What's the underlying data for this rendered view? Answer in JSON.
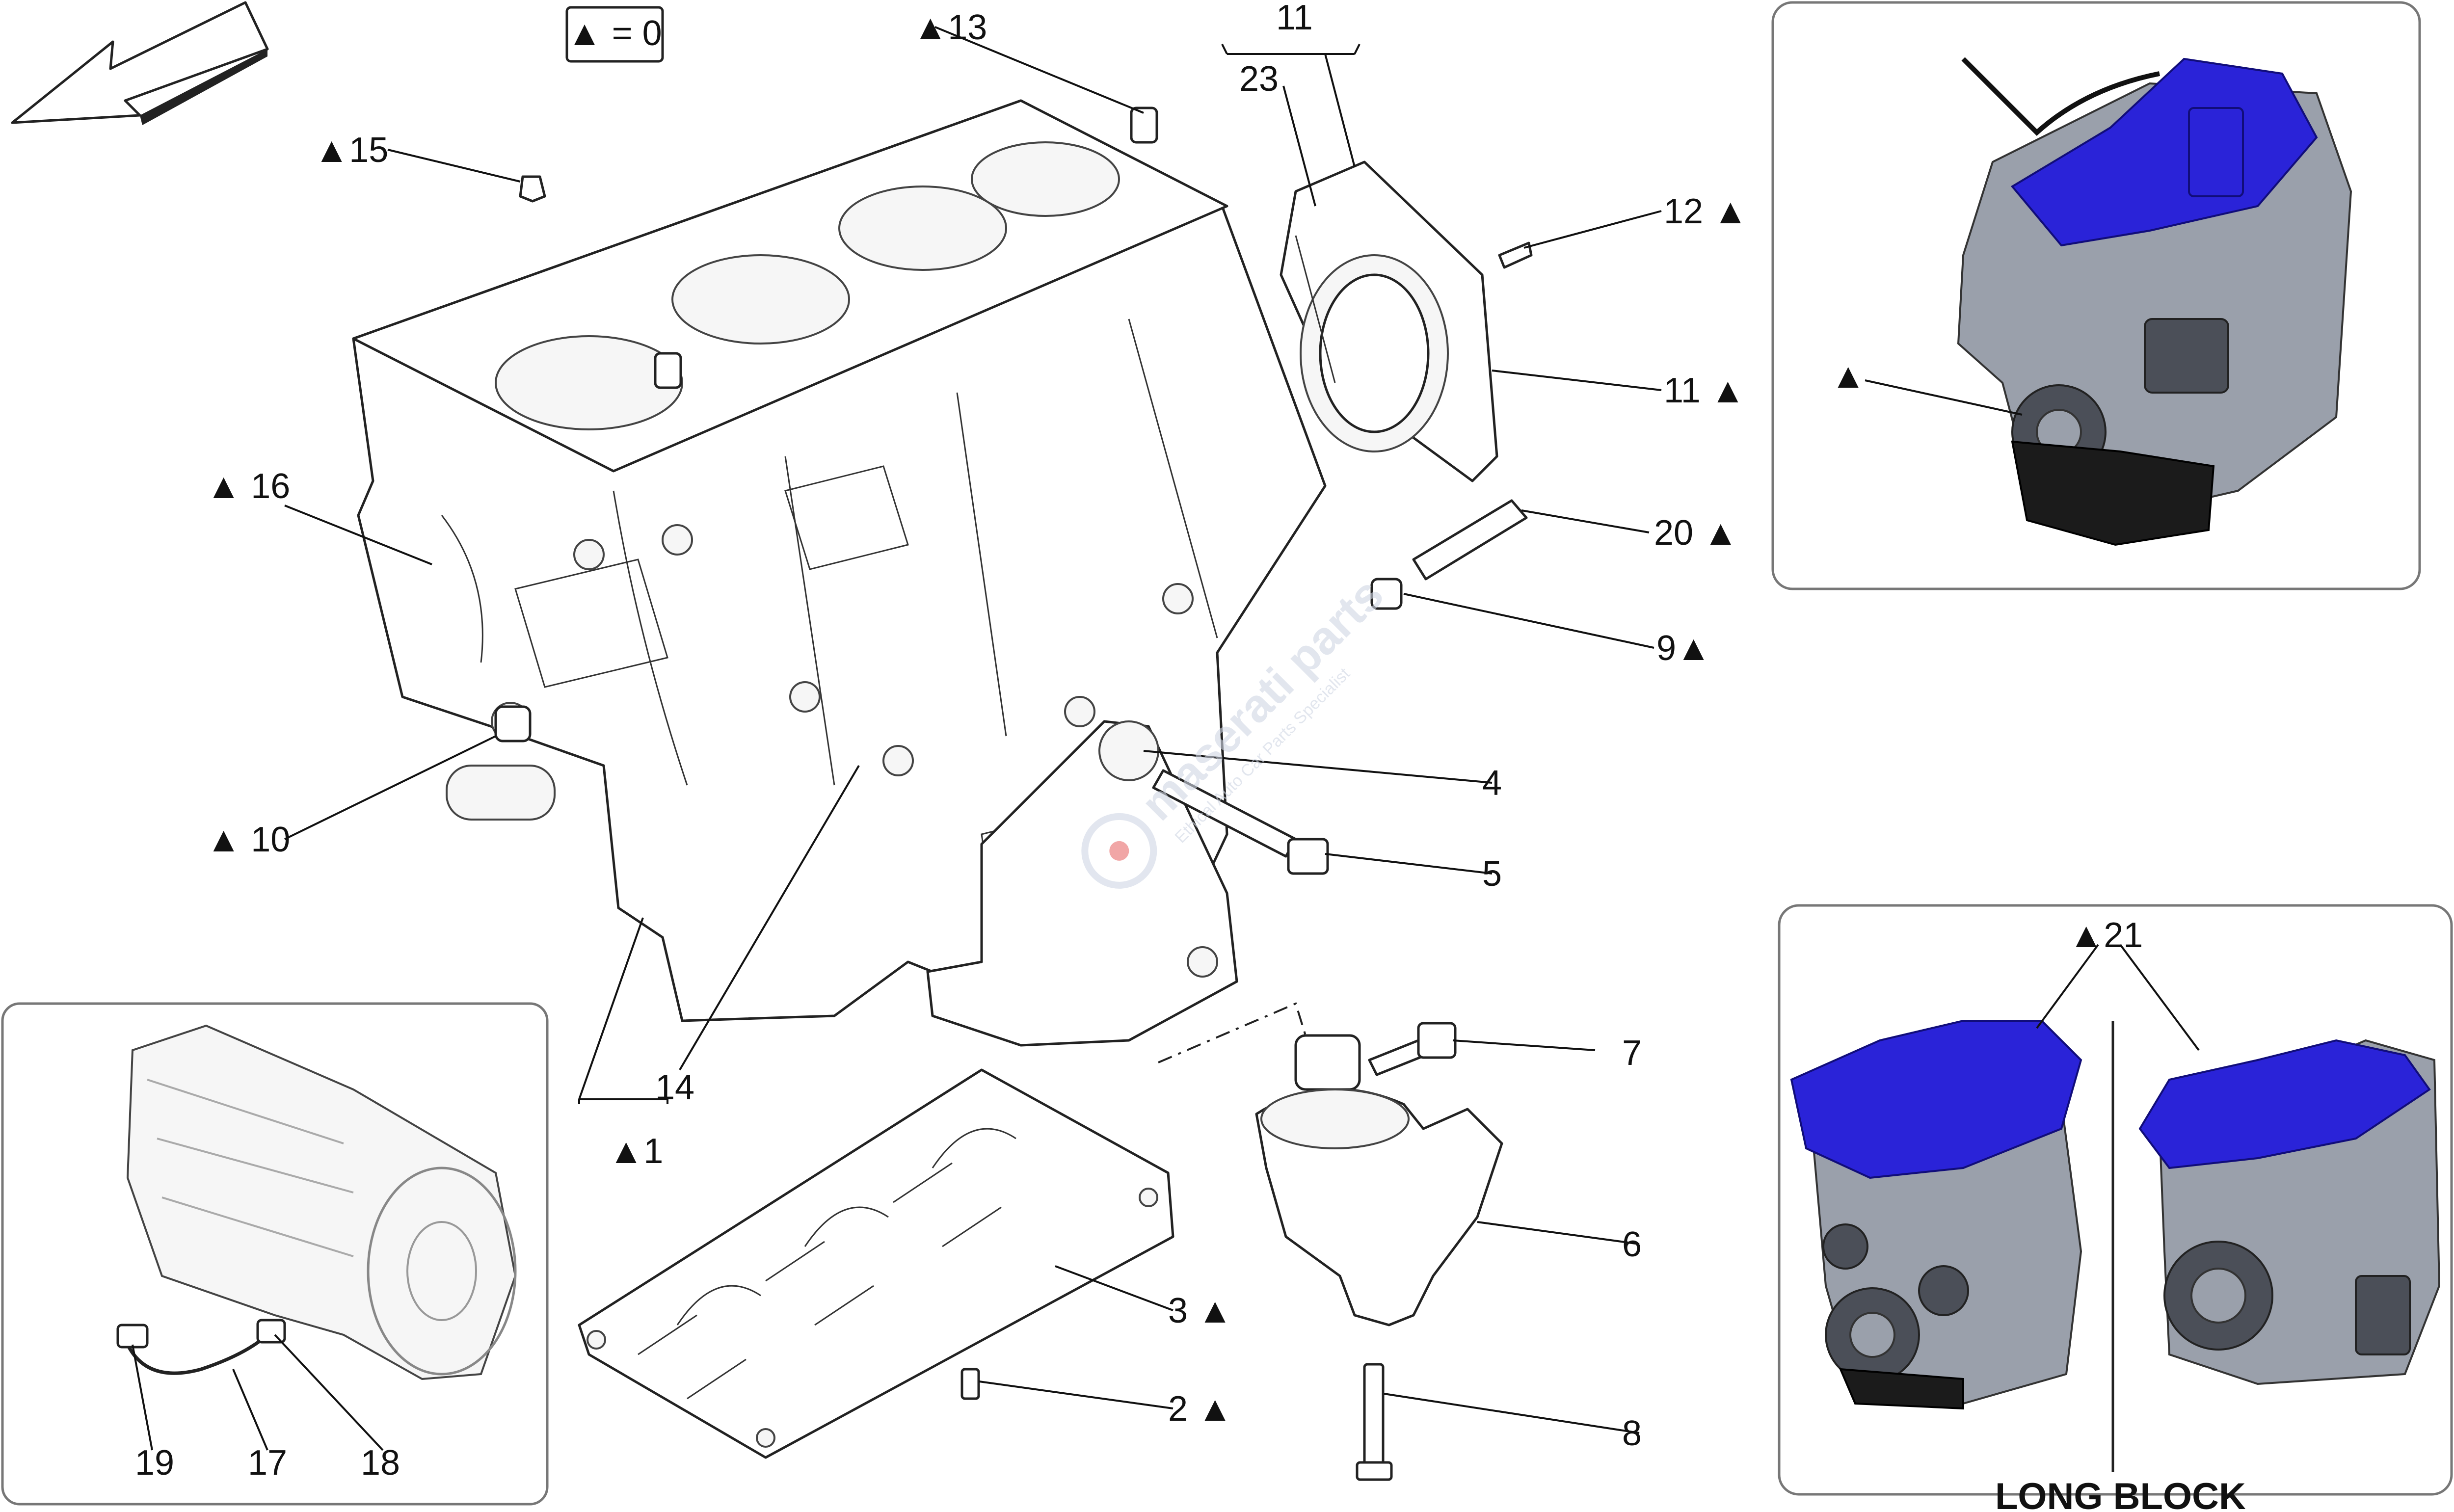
{
  "legend_box": "▲ = 0",
  "callouts": {
    "c1": "▲1",
    "c2": "2 ▲",
    "c3": "3 ▲",
    "c4": "4",
    "c5": "5",
    "c6": "6",
    "c7": "7",
    "c8": "8",
    "c9": "9▲",
    "c10": "▲ 10",
    "c11_top": "11",
    "c11_right": "11 ▲",
    "c12": "12 ▲",
    "c13": "▲13",
    "c14": "14",
    "c15": "▲15",
    "c16": "▲ 16",
    "c17": "17",
    "c18": "18",
    "c19": "19",
    "c20": "20 ▲",
    "c21": "▲21",
    "c23": "23",
    "engine_marker": "▲"
  },
  "long_block_label": "LONG BLOCK",
  "watermark": {
    "brand": "maserati parts",
    "tagline": "Ethical Auto Car Parts Specialist"
  },
  "colors": {
    "highlight_blue": "#2a23d8",
    "line": "#111111",
    "panel_border": "#777777",
    "watermark": "#cfd6e4"
  }
}
